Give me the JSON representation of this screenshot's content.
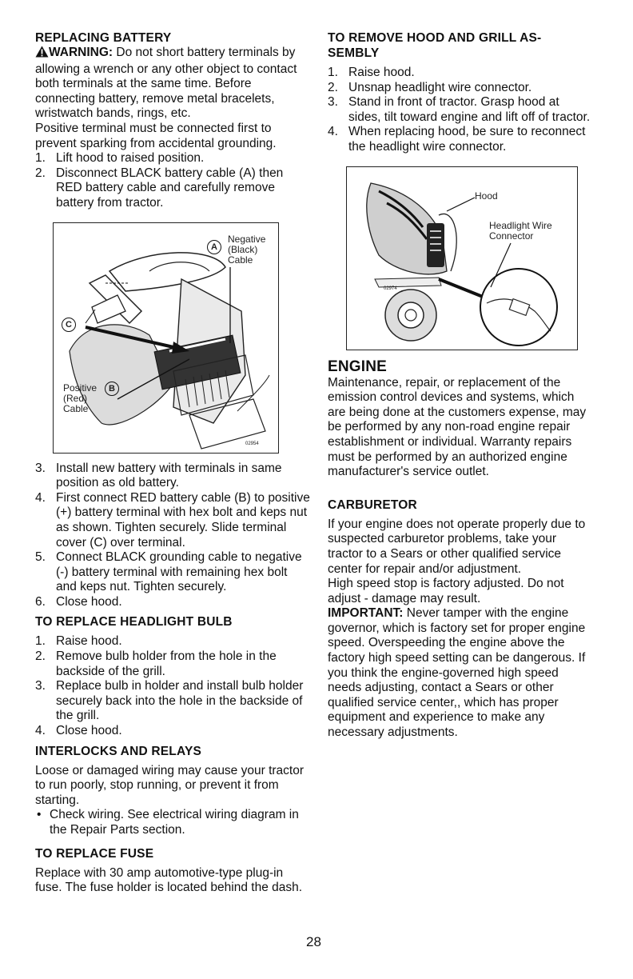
{
  "page_number": "28",
  "battery": {
    "title": "REPLACING BATTERY",
    "warning_word": "WARNING:",
    "warning_text": "Do not short battery terminals by allowing a wrench or any other object to contact both terminals at the same time. Before connecting battery, remove metal bracelets, wristwatch bands, rings, etc.",
    "positive_note": "Positive terminal must be connected first to prevent sparking from accidental grounding.",
    "steps_a": [
      {
        "n": "1.",
        "text": "Lift hood to raised position."
      },
      {
        "n": "2.",
        "text": "Disconnect BLACK battery cable (A) then RED battery cable and carefully remove battery from tractor."
      }
    ],
    "figure": {
      "label_a_letter": "A",
      "label_a_text_1": "Negative",
      "label_a_text_2": "(Black)",
      "label_a_text_3": "Cable",
      "label_b_letter": "B",
      "label_b_text_1": "Positive",
      "label_b_text_2": "(Red)",
      "label_b_text_3": "Cable",
      "label_c_letter": "C",
      "code": "02954"
    },
    "steps_b": [
      {
        "n": "3.",
        "text": "Install new battery with terminals in same position as old battery."
      },
      {
        "n": "4.",
        "text": "First connect RED battery cable (B) to positive (+) battery terminal with hex bolt and keps nut as shown. Tighten securely. Slide terminal cover (C) over terminal."
      },
      {
        "n": "5.",
        "text": "Connect BLACK grounding cable to negative (-) battery terminal with remaining hex bolt and keps nut. Tighten securely."
      },
      {
        "n": "6.",
        "text": "Close hood."
      }
    ]
  },
  "headlight": {
    "title": "TO REPLACE HEADLIGHT BULB",
    "steps": [
      {
        "n": "1.",
        "text": "Raise hood."
      },
      {
        "n": "2.",
        "text": "Remove bulb holder from the hole in the backside of the grill."
      },
      {
        "n": "3.",
        "text": "Replace bulb in holder and install bulb holder securely back into the hole in the backside of the grill."
      },
      {
        "n": "4.",
        "text": "Close hood."
      }
    ]
  },
  "interlocks": {
    "title": "INTERLOCKS AND RELAYS",
    "text": "Loose or damaged wiring may cause your tractor to run poorly, stop running, or prevent it from starting.",
    "bullets": [
      "Check wiring. See electrical wiring diagram in the Repair Parts section."
    ]
  },
  "fuse": {
    "title": "TO REPLACE FUSE",
    "text": "Replace with 30 amp automotive-type plug-in fuse. The fuse holder is located behind the dash."
  },
  "hood": {
    "title": "TO REMOVE HOOD AND GRILL ASSEMBLY",
    "title_line1": "TO REMOVE HOOD AND GRILL AS-",
    "title_line2": "SEMBLY",
    "steps": [
      {
        "n": "1.",
        "text": "Raise hood."
      },
      {
        "n": "2.",
        "text": "Unsnap headlight wire connector."
      },
      {
        "n": "3.",
        "text": "Stand in front of tractor. Grasp hood at sides, tilt toward engine and lift off of tractor."
      },
      {
        "n": "4.",
        "text": "When replacing hood, be sure to reconnect the headlight wire connector."
      }
    ],
    "figure": {
      "label_hood": "Hood",
      "label_connector_1": "Headlight Wire",
      "label_connector_2": "Connector",
      "code": "02974"
    }
  },
  "engine": {
    "title": "ENGINE",
    "text": "Maintenance, repair, or replacement of the emission control devices and systems, which are being done at the customers expense, may be performed by any non-road engine repair establishment or individual. Warranty repairs must be performed by an authorized engine manufacturer's service outlet."
  },
  "carburetor": {
    "title": "CARBURETOR",
    "text1": "If your engine does not operate properly due to suspected carburetor problems, take your tractor to a Sears or other qualified service center for repair and/or adjustment.",
    "text2": "High speed stop is factory adjusted. Do not adjust - damage may result.",
    "important_word": "IMPORTANT:",
    "important_text": "Never tamper with the engine governor, which is factory set for proper engine speed. Overspeeding the engine above the factory high speed setting can be dangerous. If you think the engine-governed high speed needs adjusting, contact a Sears or other qualified service center,, which has proper equipment and experience to make any necessary adjustments."
  }
}
